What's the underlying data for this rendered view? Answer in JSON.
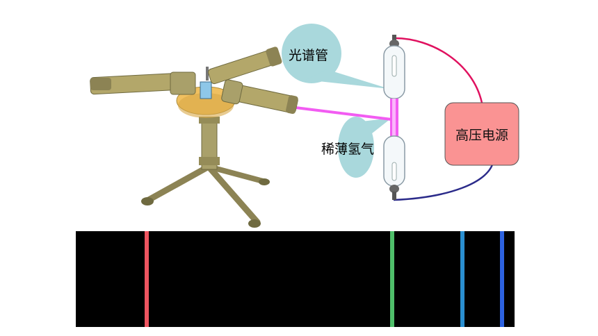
{
  "labels": {
    "spectrum_tube": "光谱管",
    "thin_hydrogen": "稀薄氢气",
    "high_voltage_source": "高压电源"
  },
  "colors": {
    "bubble": "#a9d8dc",
    "power_box": "#fa9393",
    "tube_glow": "#f25cf2",
    "wire_top": "#e0115f",
    "wire_bottom": "#2b2b8a",
    "spectrum_background": "#000000",
    "spectroscope_brass": "#b3a76a",
    "spectroscope_table": "#f0c060"
  },
  "spectrum_lines": [
    {
      "color": "#ee5560",
      "position": 0.162
    },
    {
      "color": "#4fbf6a",
      "position": 0.721
    },
    {
      "color": "#2a8fd0",
      "position": 0.881
    },
    {
      "color": "#2d62e0",
      "position": 0.972
    }
  ]
}
